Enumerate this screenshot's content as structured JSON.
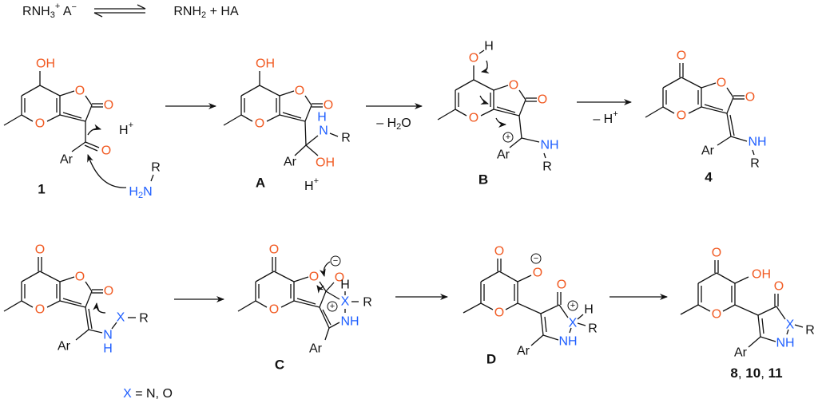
{
  "equilibrium": {
    "left_main": "RNH",
    "left_sub": "3",
    "left_sup": "+",
    "left_anion": " A",
    "left_anion_sup": "−",
    "right_main": "RNH",
    "right_sub": "2",
    "right_rest": "  +  HA"
  },
  "atoms": {
    "O": "O",
    "OH": "OH",
    "Ar": "Ar",
    "R": "R",
    "NH": "NH",
    "N": "N",
    "H": "H",
    "X": "X",
    "H2N_H": "H",
    "H2N_2": "2",
    "H2N_N": "N",
    "Hplus_H": "H",
    "Hplus_sup": "+",
    "plus": "+",
    "minus": "−"
  },
  "conditions": {
    "minus_water_a": "– H",
    "minus_water_sub": "2",
    "minus_water_b": "O",
    "minus_proton": "– H",
    "minus_proton_sup": "+"
  },
  "compounds": {
    "c1": "1",
    "A": "A",
    "B": "B",
    "c4": "4",
    "C": "C",
    "D": "D",
    "final_a": "8",
    ", ": ", ",
    "final_b": "10",
    "final_c": "11"
  },
  "legend": {
    "x": "X",
    "rest": " = N, O"
  },
  "colors": {
    "oxygen": "#f15a22",
    "nitrogen": "#1e5eff",
    "bond": "#111111"
  }
}
